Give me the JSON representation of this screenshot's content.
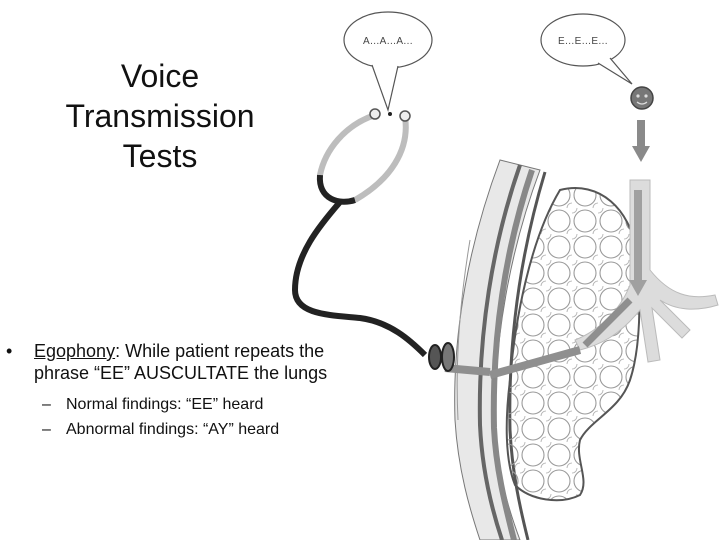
{
  "slide": {
    "title_lines": [
      "Voice",
      "Transmission",
      "Tests"
    ],
    "bullet": {
      "marker": "•",
      "term": "Egophony",
      "text": ": While patient repeats the phrase “EE” AUSCULTATE the lungs"
    },
    "sub_items": [
      {
        "marker": "–",
        "text": "Normal findings: “EE” heard"
      },
      {
        "marker": "–",
        "text": "Abnormal findings: “AY” heard"
      }
    ]
  },
  "illustration": {
    "heard_bubble": "A…A…A…",
    "spoken_bubble": "E…E…E…"
  }
}
